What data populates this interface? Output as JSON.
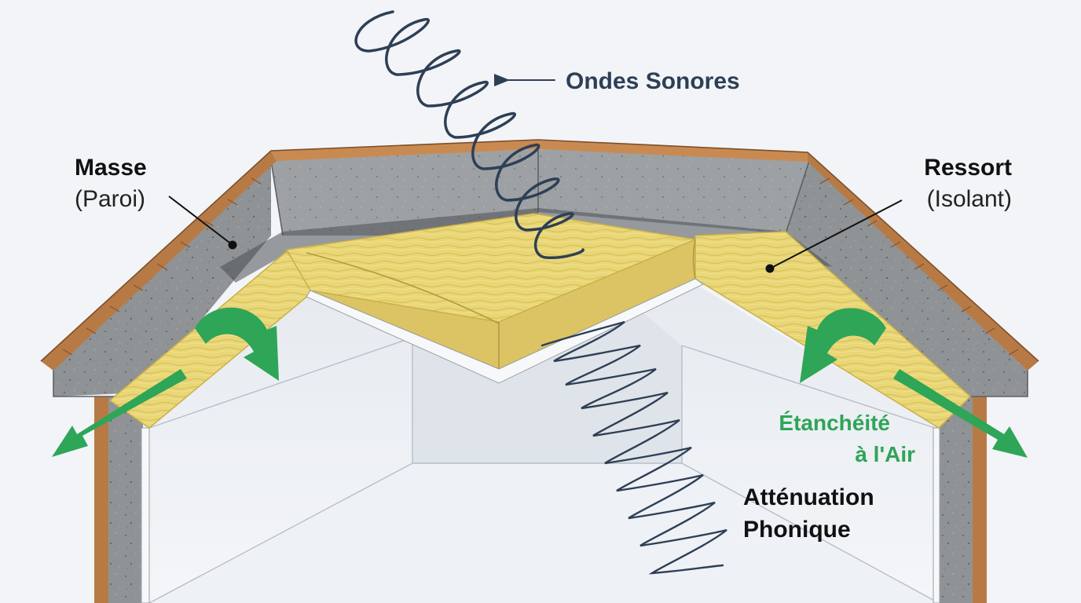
{
  "labels": {
    "sound_waves": "Ondes Sonores",
    "mass_title": "Masse",
    "mass_sub": "(Paroi)",
    "spring_title": "Ressort",
    "spring_sub": "(Isolant)",
    "airtight_line1": "Étanchéité",
    "airtight_line2": "à l'Air",
    "attenuation_line1": "Atténuation",
    "attenuation_line2": "Phonique"
  },
  "colors": {
    "background": "#f2f4f8",
    "wood": "#b87a45",
    "concrete": "#8f9396",
    "insulation": "#e9d676",
    "drywall": "#f7f8fa",
    "wave": "#2e3f55",
    "arrow_green": "#2ea557",
    "label_dark": "#111111",
    "label_green": "#2ea557",
    "label_wave": "#2e3f55"
  },
  "icons": [
    "sound-wave-coil",
    "air-flow-arrow",
    "pointer-line"
  ]
}
